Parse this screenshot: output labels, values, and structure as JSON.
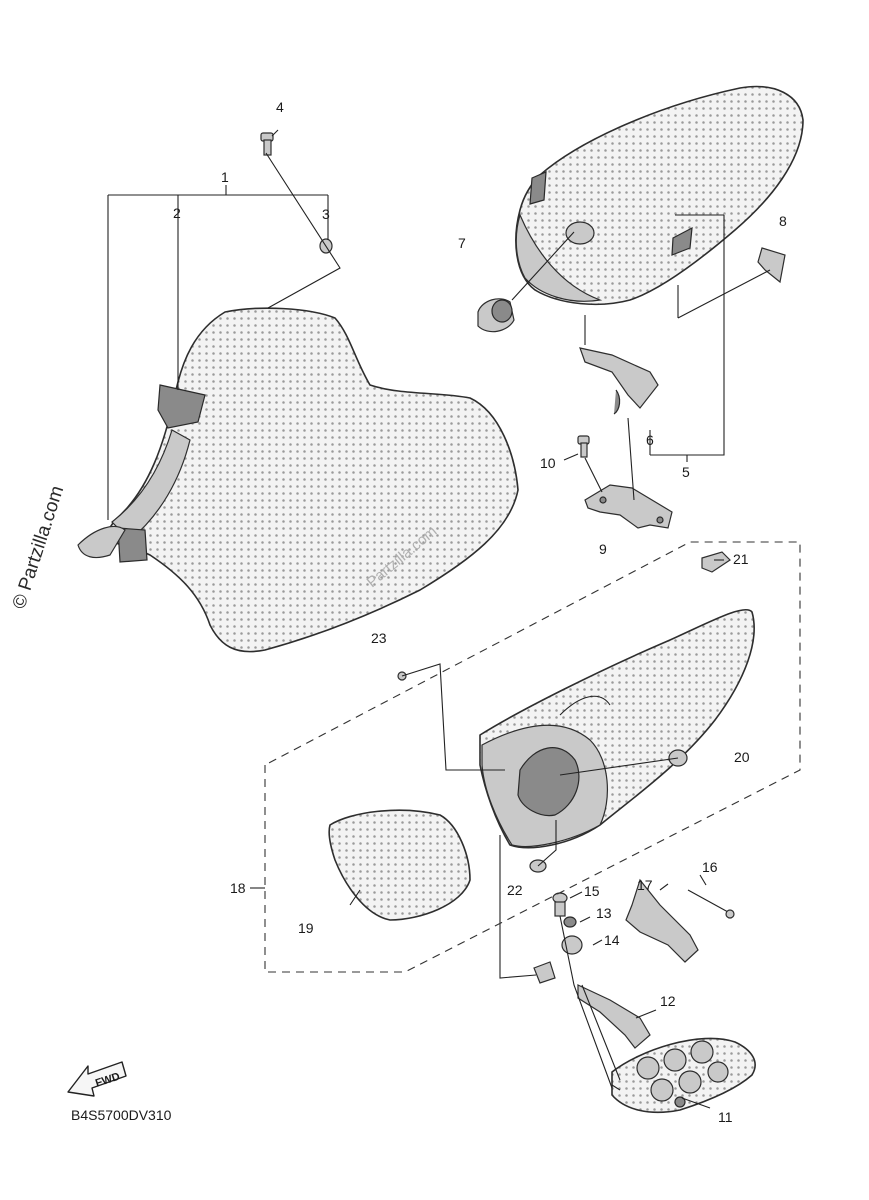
{
  "diagram": {
    "drawing_code": "B4S5700DV310",
    "watermark": "© Partzilla.com",
    "faint_watermark": "Partzilla.com",
    "direction_label": "FWD",
    "callouts": [
      "1",
      "2",
      "3",
      "4",
      "5",
      "6",
      "7",
      "8",
      "9",
      "10",
      "11",
      "12",
      "13",
      "14",
      "15",
      "16",
      "17",
      "18",
      "19",
      "20",
      "21",
      "22",
      "23"
    ]
  }
}
